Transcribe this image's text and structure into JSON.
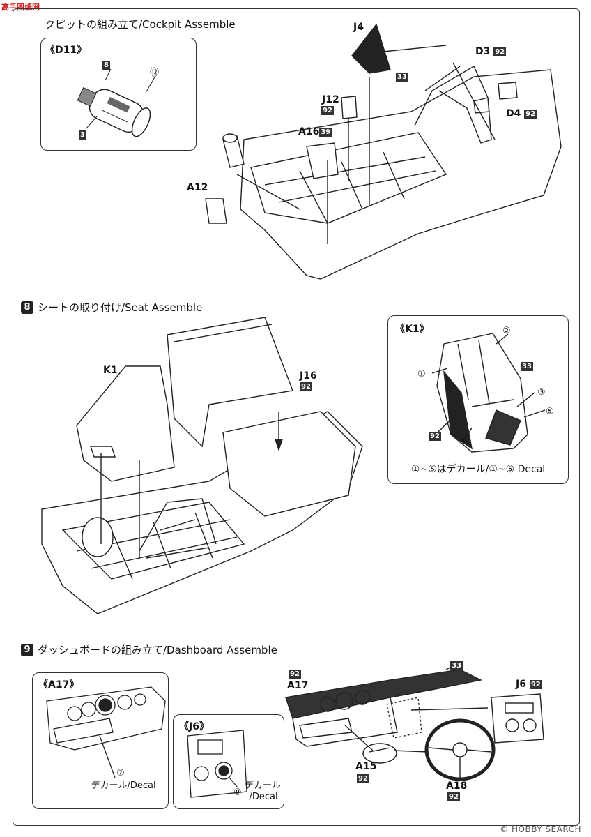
{
  "watermark": "高手图纸网",
  "footer_logo": "© HOBBY SEARCH",
  "steps": {
    "s7": {
      "title": "クピットの組み立て/Cockpit Assemble"
    },
    "s8": {
      "num": "8",
      "title": "シートの取り付け/Seat Assemble"
    },
    "s9": {
      "num": "9",
      "title": "ダッシュボードの組み立て/Dashboard Assemble"
    }
  },
  "s7_detail": {
    "title": "《D11》",
    "n8": "8",
    "n12": "⑫",
    "n3": "3"
  },
  "s7_labels": {
    "j4": "J4",
    "n33": "33",
    "d3": "D3",
    "d3n": "92",
    "j12": "J12",
    "j12n": "92",
    "d4": "D4",
    "d4n": "92",
    "a16": "A16",
    "a16n": "39",
    "a12": "A12"
  },
  "s8_labels": {
    "k1": "K1",
    "j16": "J16",
    "j16n": "92"
  },
  "s8_detail": {
    "title": "《K1》",
    "c1": "①",
    "c2": "②",
    "n33": "33",
    "c3": "③",
    "c5": "⑤",
    "n92": "92",
    "c4": "④",
    "caption": "①~⑤はデカール/①~⑤ Decal"
  },
  "s9_a17": {
    "title": "《A17》",
    "c7": "⑦",
    "caption": "デカール/Decal"
  },
  "s9_j6": {
    "title": "《J6》",
    "c9": "⑨",
    "caption1": "デカール",
    "caption2": "/Decal"
  },
  "s9_labels": {
    "n33": "33",
    "n92a": "92",
    "a17": "A17",
    "j6": "J6",
    "j6n": "92",
    "a15": "A15",
    "a15n": "92",
    "a18": "A18",
    "a18n": "92"
  }
}
